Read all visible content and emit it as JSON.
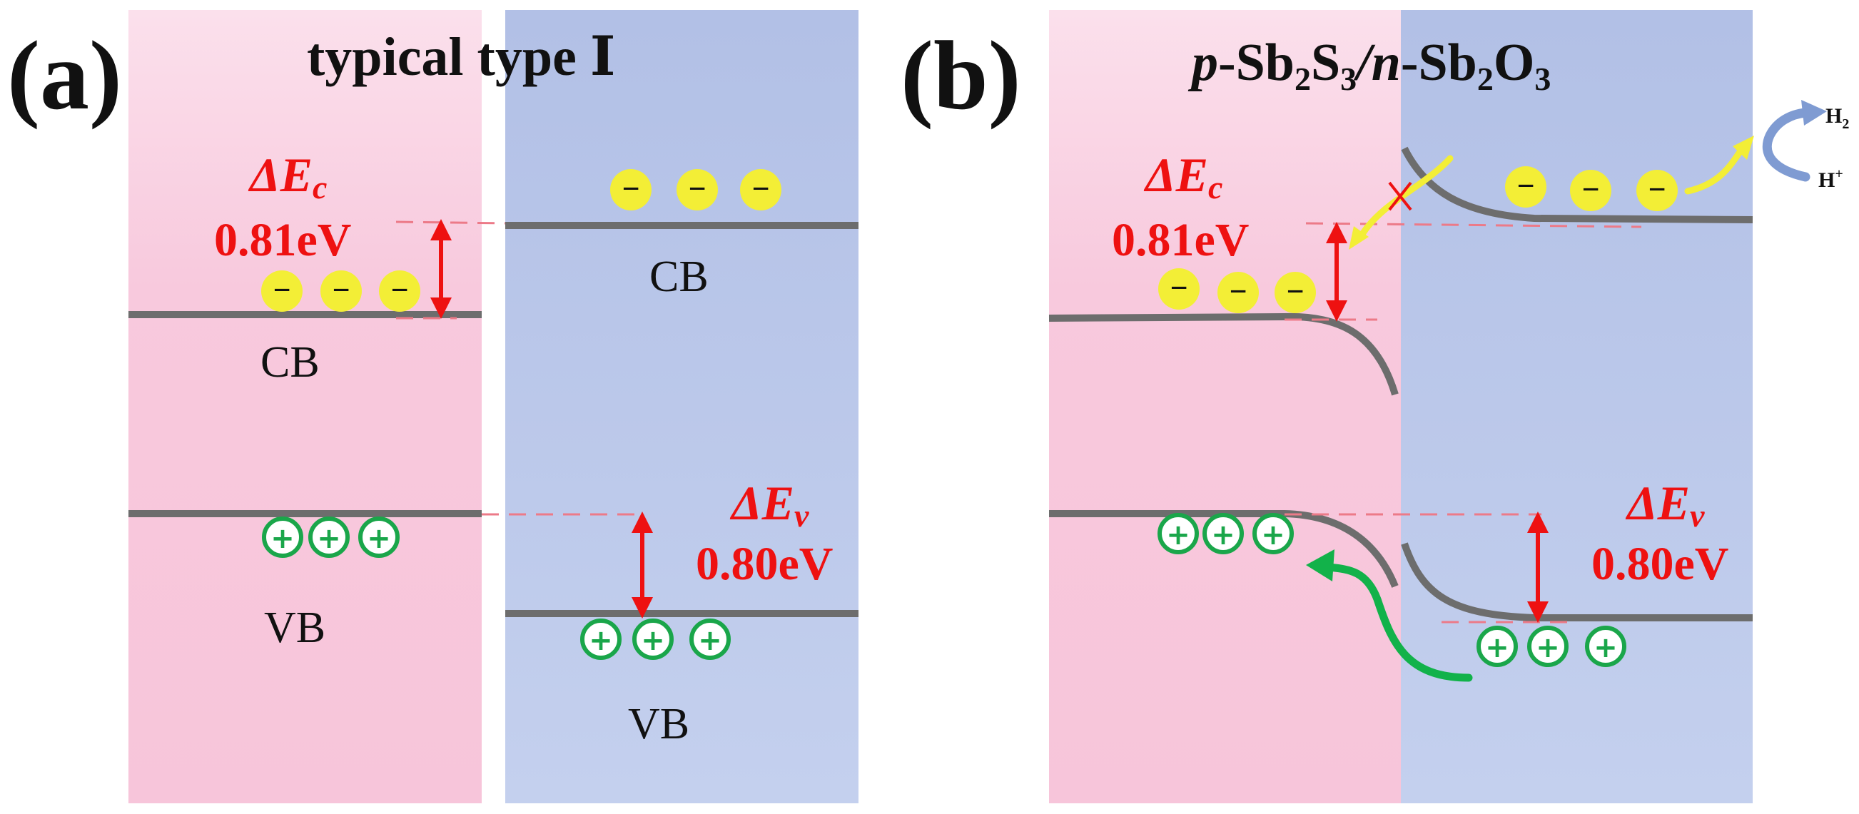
{
  "panel_a": {
    "label": "(a)",
    "title": "typical type Ⅰ",
    "delta_ec": {
      "symbol": "ΔE",
      "subscript": "c",
      "value": "0.81eV"
    },
    "delta_ev": {
      "symbol": "ΔE",
      "subscript": "v",
      "value": "0.80eV"
    },
    "left_cb_label": "CB",
    "left_vb_label": "VB",
    "right_cb_label": "CB",
    "right_vb_label": "VB"
  },
  "panel_b": {
    "label": "(b)",
    "title": {
      "p": "p",
      "sb": "Sb",
      "two": "2",
      "s": "S",
      "three": "3",
      "slash": "/",
      "n": "n",
      "o": "O"
    },
    "delta_ec": {
      "symbol": "ΔE",
      "subscript": "c",
      "value": "0.81eV"
    },
    "delta_ev": {
      "symbol": "ΔE",
      "subscript": "v",
      "value": "0.80eV"
    },
    "product_label": {
      "base": "H",
      "sub": "2"
    },
    "reactant_label": {
      "base": "H",
      "sup": "+"
    }
  },
  "symbols": {
    "electron": "−",
    "hole": "+"
  },
  "colors": {
    "p_region": "#f7c7dc",
    "n_region": "#b4c3e8",
    "band_line": "#6d6d6d",
    "offset_arrow": "#ee1111",
    "offset_text": "#ee1111",
    "electron_fill": "#f3ee36",
    "hole_ring": "#1aa64a",
    "electron_arrow": "#f3ee36",
    "hole_arrow": "#12b24a",
    "h2_arrow": "#7f9bd2"
  }
}
